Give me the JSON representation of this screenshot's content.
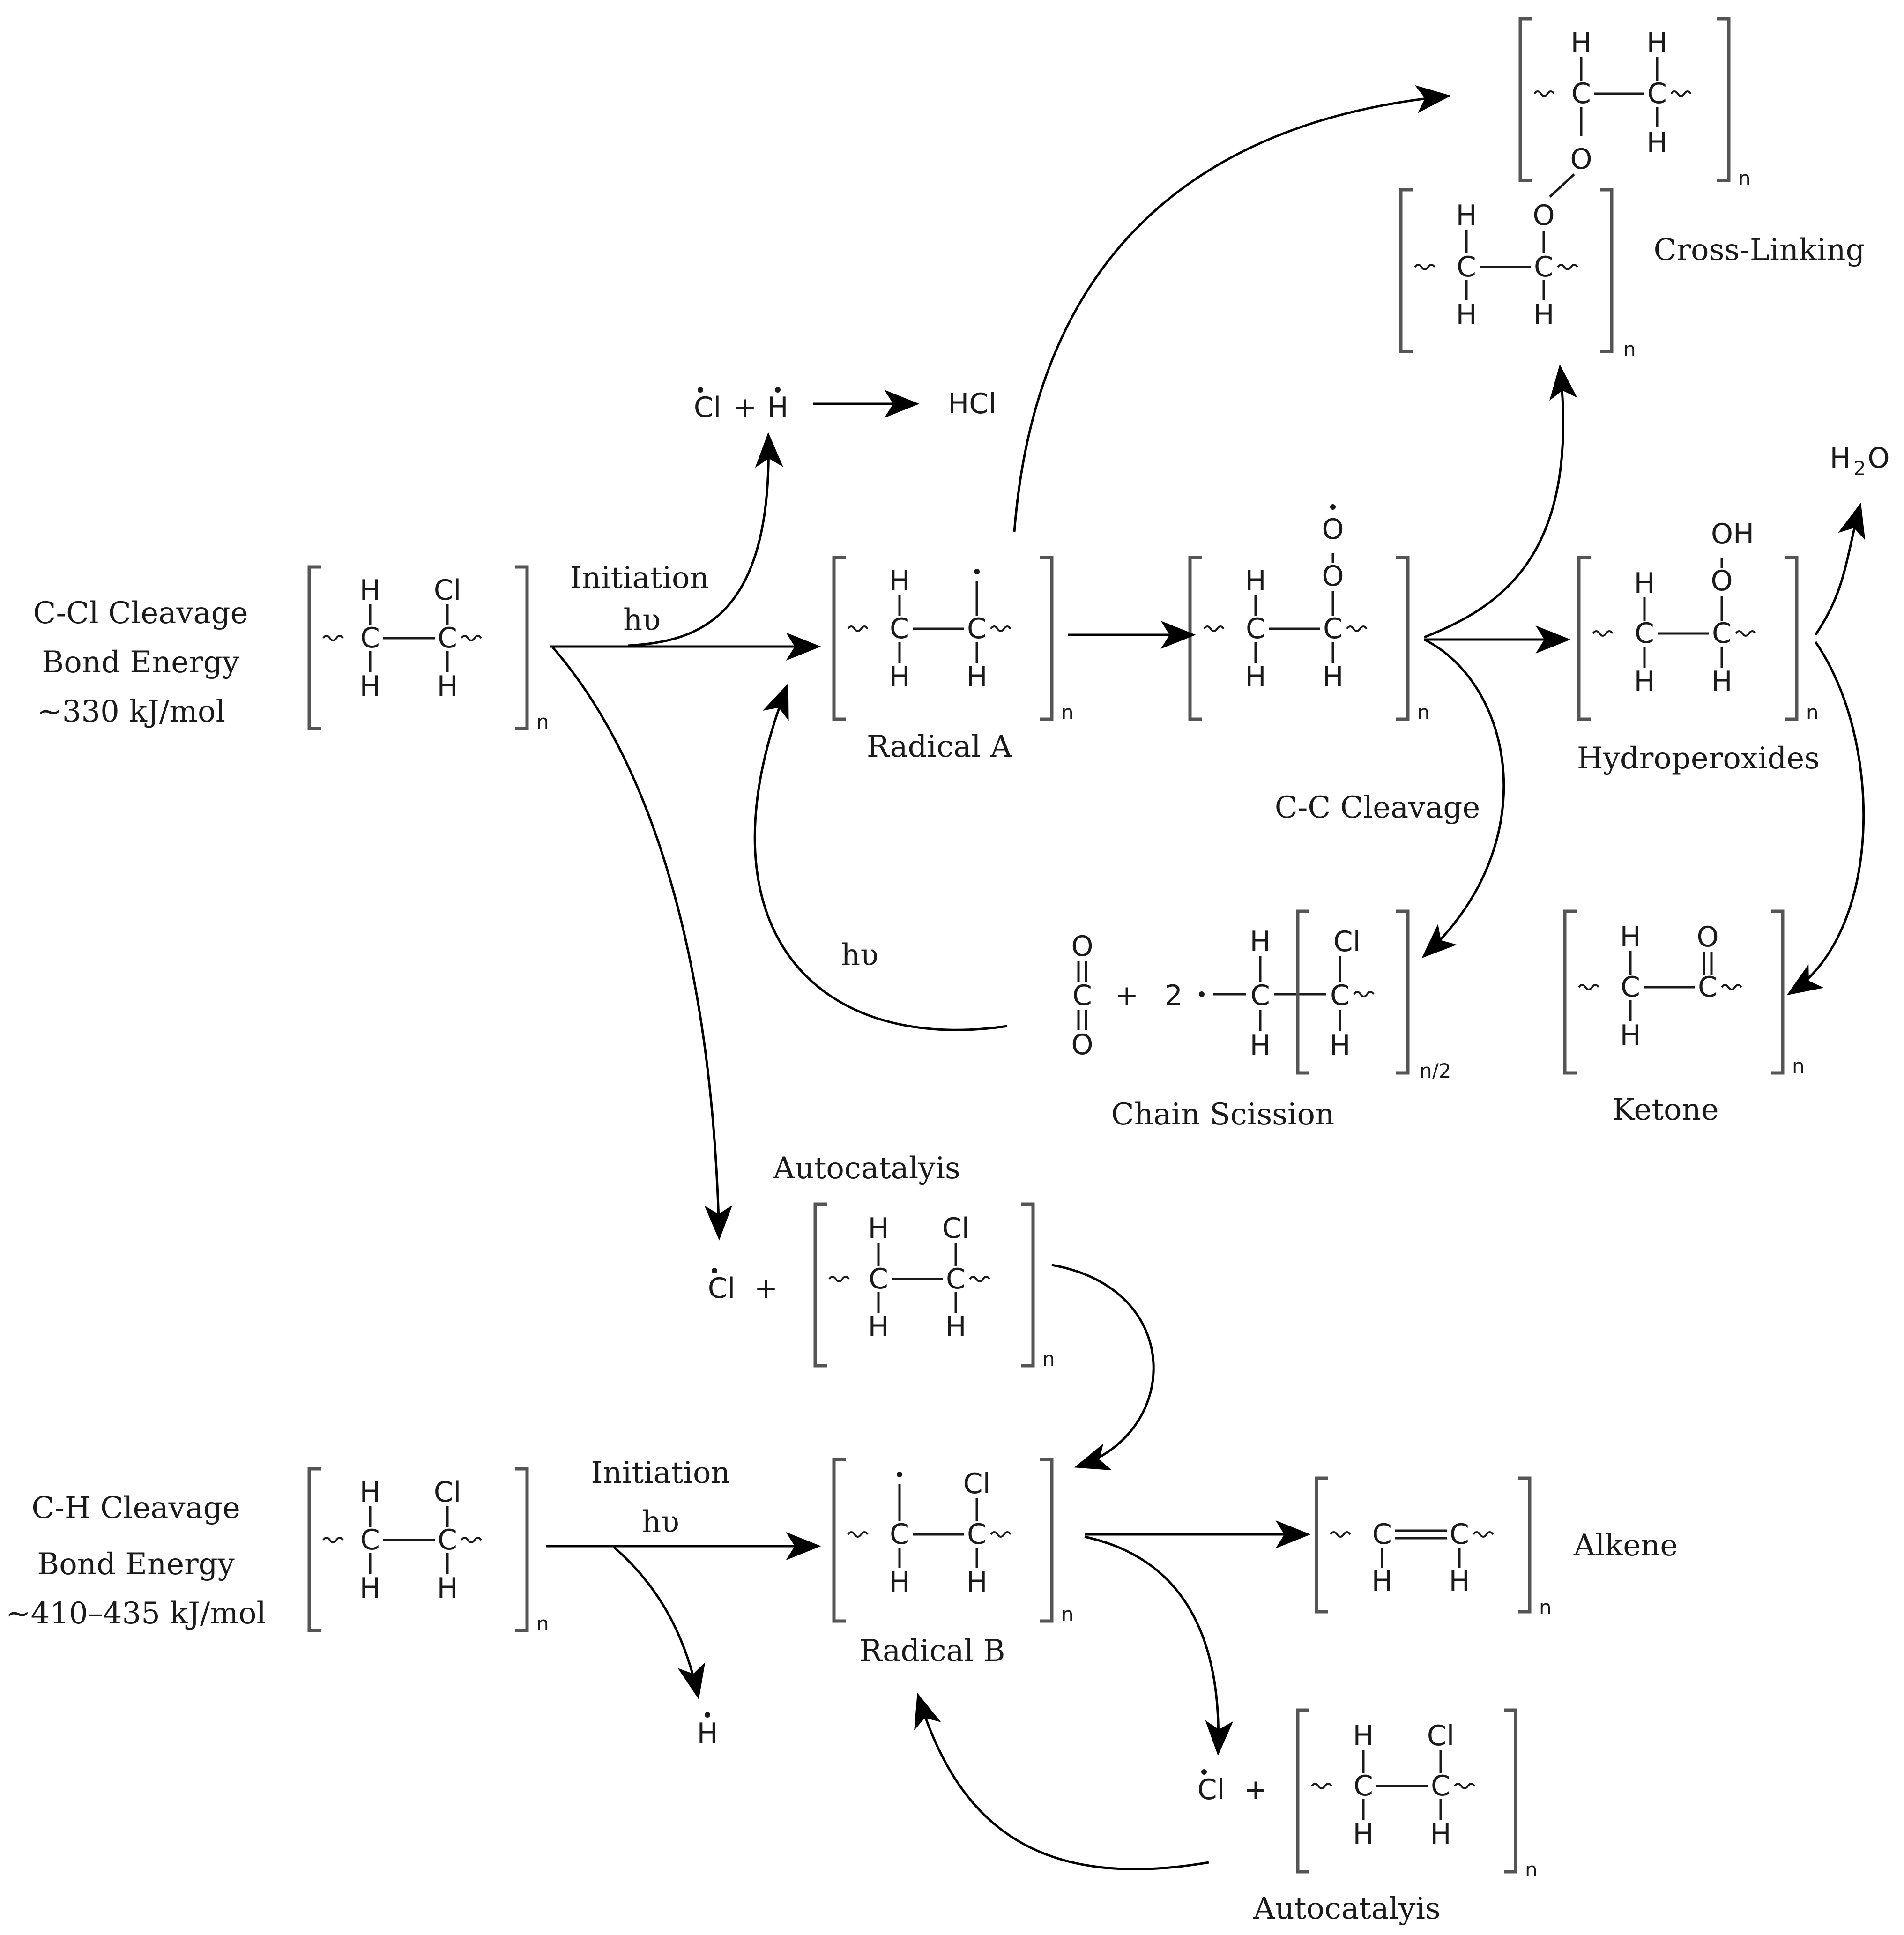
{
  "labels": {
    "ccl_cleavage": "C-Cl Cleavage",
    "bond_energy_1": "Bond Energy",
    "ccl_energy": "~330 kJ/mol",
    "ch_cleavage": "C-H Cleavage",
    "bond_energy_2": "Bond Energy",
    "ch_energy": "~410–435 kJ/mol",
    "initiation_top": "Initiation",
    "hv_top": "hυ",
    "initiation_bottom": "Initiation",
    "hv_bottom": "hυ",
    "hv_loop": "hυ",
    "hcl_product": "HCl",
    "radical_a": "Radical A",
    "radical_b": "Radical B",
    "cross_linking": "Cross-Linking",
    "hydroperoxides": "Hydroperoxides",
    "cc_cleavage": "C-C Cleavage",
    "chain_scission": "Chain Scission",
    "ketone": "Ketone",
    "alkene": "Alkene",
    "autocatalysis_1": "Autocatalyis",
    "autocatalysis_2": "Autocatalyis",
    "water": "H",
    "water_o": "O",
    "water_sub": "2",
    "plus": "+",
    "two": "2",
    "h_radical": "H",
    "n": "n",
    "n_half": "n/2"
  },
  "atoms": {
    "C": "C",
    "H": "H",
    "Cl": "Cl",
    "O": "O",
    "OH": "OH"
  }
}
